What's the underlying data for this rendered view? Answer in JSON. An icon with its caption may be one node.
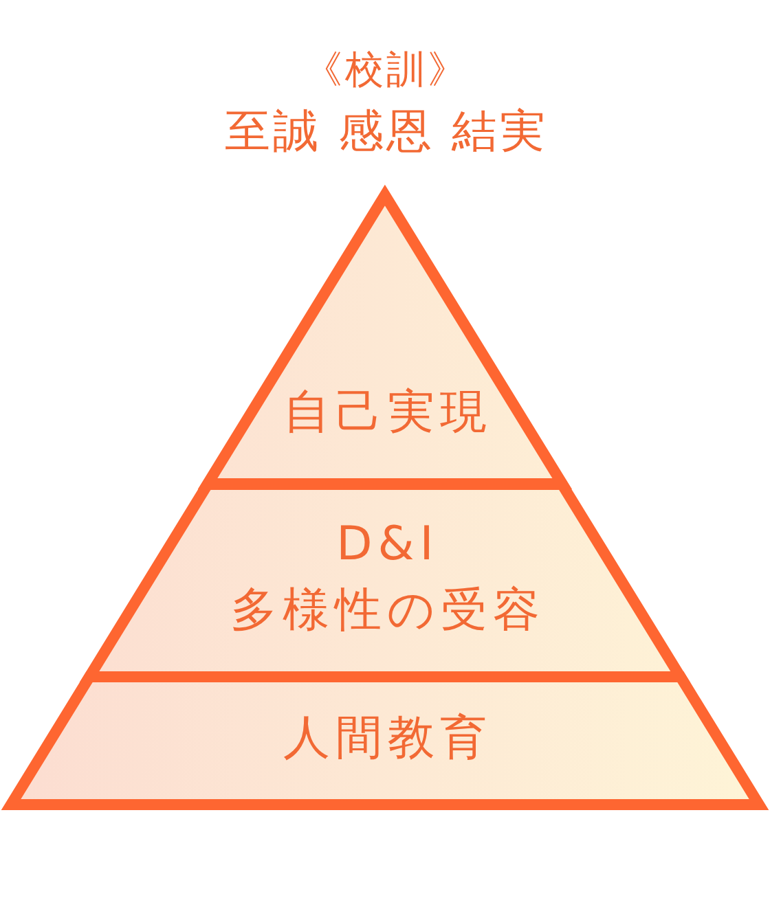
{
  "diagram": {
    "title": "《校訓》",
    "nodes": [
      {
        "text": [
          "自己実現"
        ]
      },
      {
        "text": [
          "D&I",
          "多様性の受容"
        ]
      },
      {
        "text": [
          "人間教育"
        ]
      }
    ],
    "labels": [
      "至誠 感恩 結実"
    ]
  }
}
